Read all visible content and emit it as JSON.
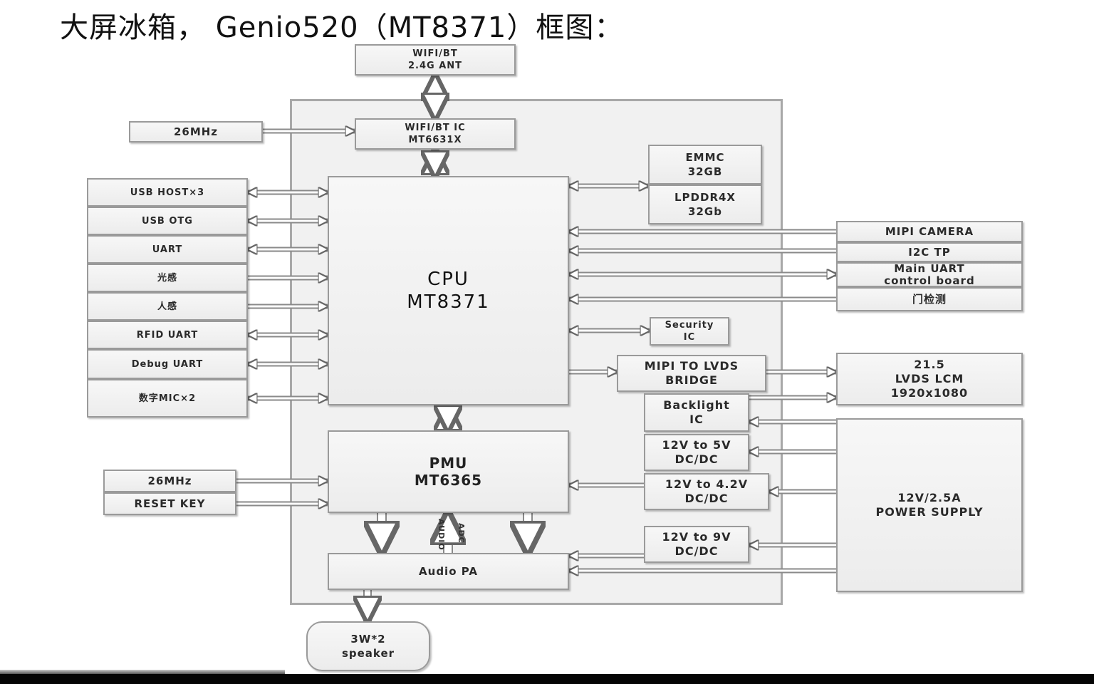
{
  "title": "大屏冰箱， Genio520（MT8371）框图：",
  "colors": {
    "box_border": "#9a9a9a",
    "board_bg": "#f1f1f1",
    "text": "#2a2a2a",
    "bottom_bar": "#050505"
  },
  "blocks": {
    "wifi_ant": [
      "WIFI/BT",
      "2.4G ANT"
    ],
    "wifi_ic": [
      "WIFI/BT IC",
      "MT6631X"
    ],
    "osc_top": [
      "26MHz"
    ],
    "cpu": [
      "CPU",
      "MT8371"
    ],
    "pmu": [
      "PMU",
      "MT6365"
    ],
    "audio_pa": [
      "Audio PA"
    ],
    "speaker": [
      "3W*2",
      "speaker"
    ],
    "osc_pmu": [
      "26MHz"
    ],
    "reset_key": [
      "RESET KEY"
    ],
    "emmc": [
      "EMMC",
      "32GB"
    ],
    "lpddr": [
      "LPDDR4X",
      "32Gb"
    ],
    "security_ic": [
      "Security",
      "IC"
    ],
    "bridge": [
      "MIPI TO LVDS",
      "BRIDGE"
    ],
    "backlight": [
      "Backlight",
      "IC"
    ],
    "dcdc_5v": [
      "12V to 5V",
      "DC/DC"
    ],
    "dcdc_42v": [
      "12V to 4.2V",
      "DC/DC"
    ],
    "dcdc_9v": [
      "12V to 9V",
      "DC/DC"
    ],
    "lcm": [
      "21.5",
      "LVDS LCM",
      "1920x1080"
    ],
    "power_supply": [
      "12V/2.5A",
      "POWER SUPPLY"
    ]
  },
  "left_interfaces": [
    {
      "label": "USB  HOST×3",
      "dir": "both"
    },
    {
      "label": "USB OTG",
      "dir": "both"
    },
    {
      "label": "UART",
      "dir": "both"
    },
    {
      "label": "光感",
      "dir": "in"
    },
    {
      "label": "人感",
      "dir": "in"
    },
    {
      "label": "RFID UART",
      "dir": "both"
    },
    {
      "label": "Debug UART",
      "dir": "both"
    },
    {
      "label": "数字MIC×2",
      "dir": "both"
    }
  ],
  "right_interfaces": [
    {
      "label": "MIPI CAMERA",
      "dir": "in"
    },
    {
      "label": "I2C TP",
      "dir": "in"
    },
    {
      "label": "Main UART control board",
      "lines": [
        "Main UART",
        "control board"
      ],
      "dir": "both"
    },
    {
      "label": "门检测",
      "dir": "in"
    }
  ],
  "bus_labels": {
    "audio": "AUDIO",
    "adc": "ADC"
  }
}
